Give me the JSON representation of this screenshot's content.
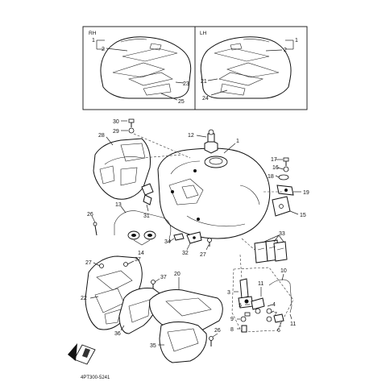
{
  "inset": {
    "rh_label": "RH",
    "lh_label": "LH"
  },
  "callouts": {
    "rh_1": "1",
    "rh_2": "2",
    "rh_23": "23",
    "rh_25": "25",
    "lh_1": "1",
    "lh_2": "2",
    "lh_21": "21",
    "lh_24": "24",
    "c30": "30",
    "c29": "29",
    "c28": "28",
    "c12": "12",
    "c1": "1",
    "c17": "17",
    "c16": "16",
    "c18": "18",
    "c19": "19",
    "c15": "15",
    "c13": "13",
    "c31": "31",
    "c26a": "26",
    "c33": "33",
    "c34": "34",
    "c32": "32",
    "c27a": "27",
    "c14": "14",
    "c37a": "37",
    "c27b": "27",
    "c10": "10",
    "c3": "3",
    "c11a": "11",
    "c5": "5",
    "c4": "4",
    "c7": "7",
    "c9": "9",
    "c6": "6",
    "c11b": "11",
    "c8": "8",
    "c20": "20",
    "c22": "22",
    "c37b": "37",
    "c36": "36",
    "c26b": "26",
    "c35": "35"
  },
  "footer": {
    "drawing_code": "4PT300-5241"
  }
}
